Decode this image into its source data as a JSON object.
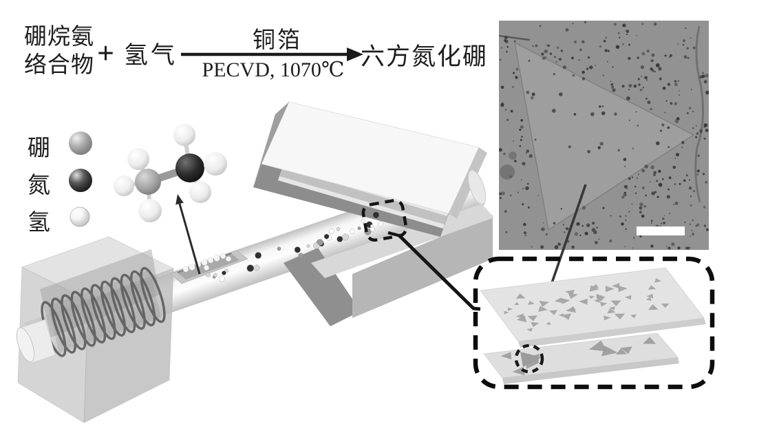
{
  "figure": {
    "equation": {
      "reactant1_line1": "硼烷氨",
      "reactant1_line2": "络合物",
      "plus_sign": "+",
      "reactant2": "氢气",
      "arrow_label_top": "铜箔",
      "arrow_label_bottom": "PECVD, 1070℃",
      "product": "六方氮化硼"
    },
    "legend": {
      "items": [
        {
          "label": "硼",
          "color": "#9c9c9c"
        },
        {
          "label": "氮",
          "color": "#242424"
        },
        {
          "label": "氢",
          "color": "#f1f1f1"
        }
      ]
    },
    "colors": {
      "micrograph_background": "#929292",
      "hbn_domain": "#9e9e9e",
      "substrate_plate": "#e3e3e3",
      "triangle_flakes": "#9b9b9b",
      "annotation_black": "#151515"
    }
  }
}
